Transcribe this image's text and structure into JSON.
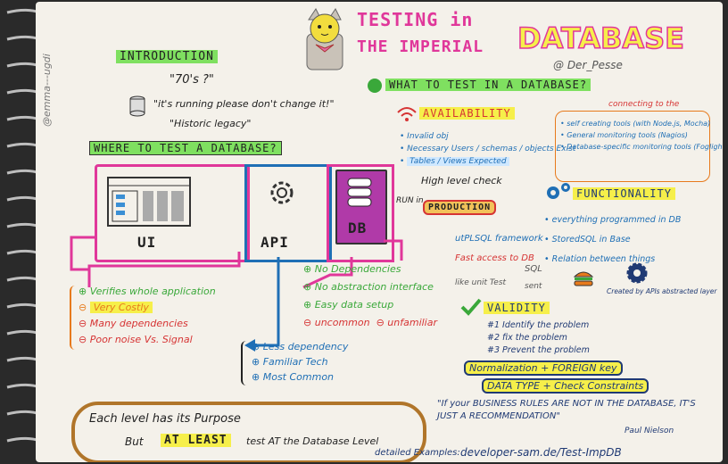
{
  "title": {
    "line1": "TESTING in",
    "line2": "THE IMPERIAL",
    "db": "DATABASE"
  },
  "author_handle": "@ Der_Pesse",
  "side_handle": "@emma---ugdi",
  "intro": {
    "heading": "INTRODUCTION",
    "quote1": "\"70's ?\"",
    "quote2": "\"it's running please don't change it!\"",
    "quote3": "\"Historic legacy\""
  },
  "where": {
    "heading": "WHERE TO TEST A DATABASE?",
    "ui_label": "UI",
    "api_label": "API",
    "db_label": "DB",
    "ui_pros_cons": [
      "Verifies whole application",
      "Very Costly",
      "Many dependencies",
      "Poor noise Vs. Signal"
    ],
    "db_pros_cons": [
      "No Dependencies",
      "No abstraction interface",
      "Easy data setup",
      "uncommon",
      "unfamiliar"
    ],
    "api_pros_cons": [
      "Less dependency",
      "Familiar Tech",
      "Most Common"
    ]
  },
  "what": {
    "heading": "WHAT TO TEST IN A DATABASE?",
    "availability": "AVAILABILITY",
    "avail_items": [
      "Invalid obj",
      "Necessary Users / schemas / objects Exist",
      "Tables / Views Expected"
    ],
    "high_level": "High level check",
    "run_in": "RUN in",
    "production": "PRODUCTION",
    "connecting": "connecting to the",
    "connect_items": [
      "self creating tools (with Node.js, Mocha)",
      "General monitoring tools (Nagios)",
      "Database-specific monitoring tools (Foglight SQL Monitor)"
    ],
    "functionality": "FUNCTIONALITY",
    "func_items": [
      "everything programmed in DB",
      "StoredSQL in Base",
      "Relation between things"
    ],
    "utplsql": "utPLSQL framework",
    "fast_access": "Fast access to DB",
    "like_unit": "like unit Test",
    "sql": "SQL",
    "sent": "sent",
    "created_by": "Created by APIs abstracted layer",
    "validity": "VALIDITY",
    "validity_items": [
      "#1 Identify the problem",
      "#2 fix the problem",
      "#3 Prevent the problem"
    ],
    "normalization": "Normalization + FOREIGN key",
    "datatype": "DATA TYPE + Check Constraints",
    "quote": "\"If your BUSINESS RULES ARE NOT IN THE DATABASE, IT'S JUST A RECOMMENDATION\"",
    "quote_author": "Paul Nielson"
  },
  "bottom": {
    "line1": "Each level has its Purpose",
    "but": "But",
    "at_least": "AT LEAST",
    "line2_end": "test AT the Database Level",
    "examples": "detailed Examples:",
    "url": "developer-sam.de/Test-ImpDB"
  },
  "colors": {
    "pink": "#e0379a",
    "green": "#3aa83a",
    "blue": "#1f6fb5",
    "orange": "#e77a1c",
    "red": "#d63434",
    "purple": "#b03aa8",
    "navy": "#203a74",
    "teal": "#1a7f9a"
  }
}
